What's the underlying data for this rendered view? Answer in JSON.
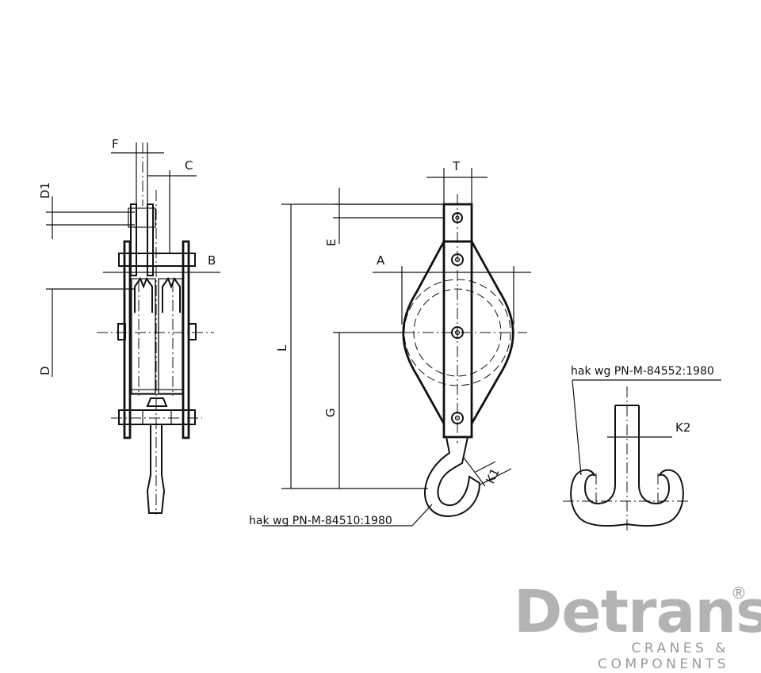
{
  "dimensions": {
    "F": "F",
    "C": "C",
    "D1": "D1",
    "B": "B",
    "D": "D",
    "T": "T",
    "E": "E",
    "A": "A",
    "L": "L",
    "G": "G",
    "K1": "K1",
    "K2": "K2"
  },
  "notes": {
    "hook_note_1": "hak wg PN-M-84510:1980",
    "hook_note_2": "hak wg PN-M-84552:1980"
  },
  "logo": {
    "name": "Detrans",
    "tagline": "CRANES & COMPONENTS",
    "registered": "®",
    "color": "#b3b3b3"
  }
}
